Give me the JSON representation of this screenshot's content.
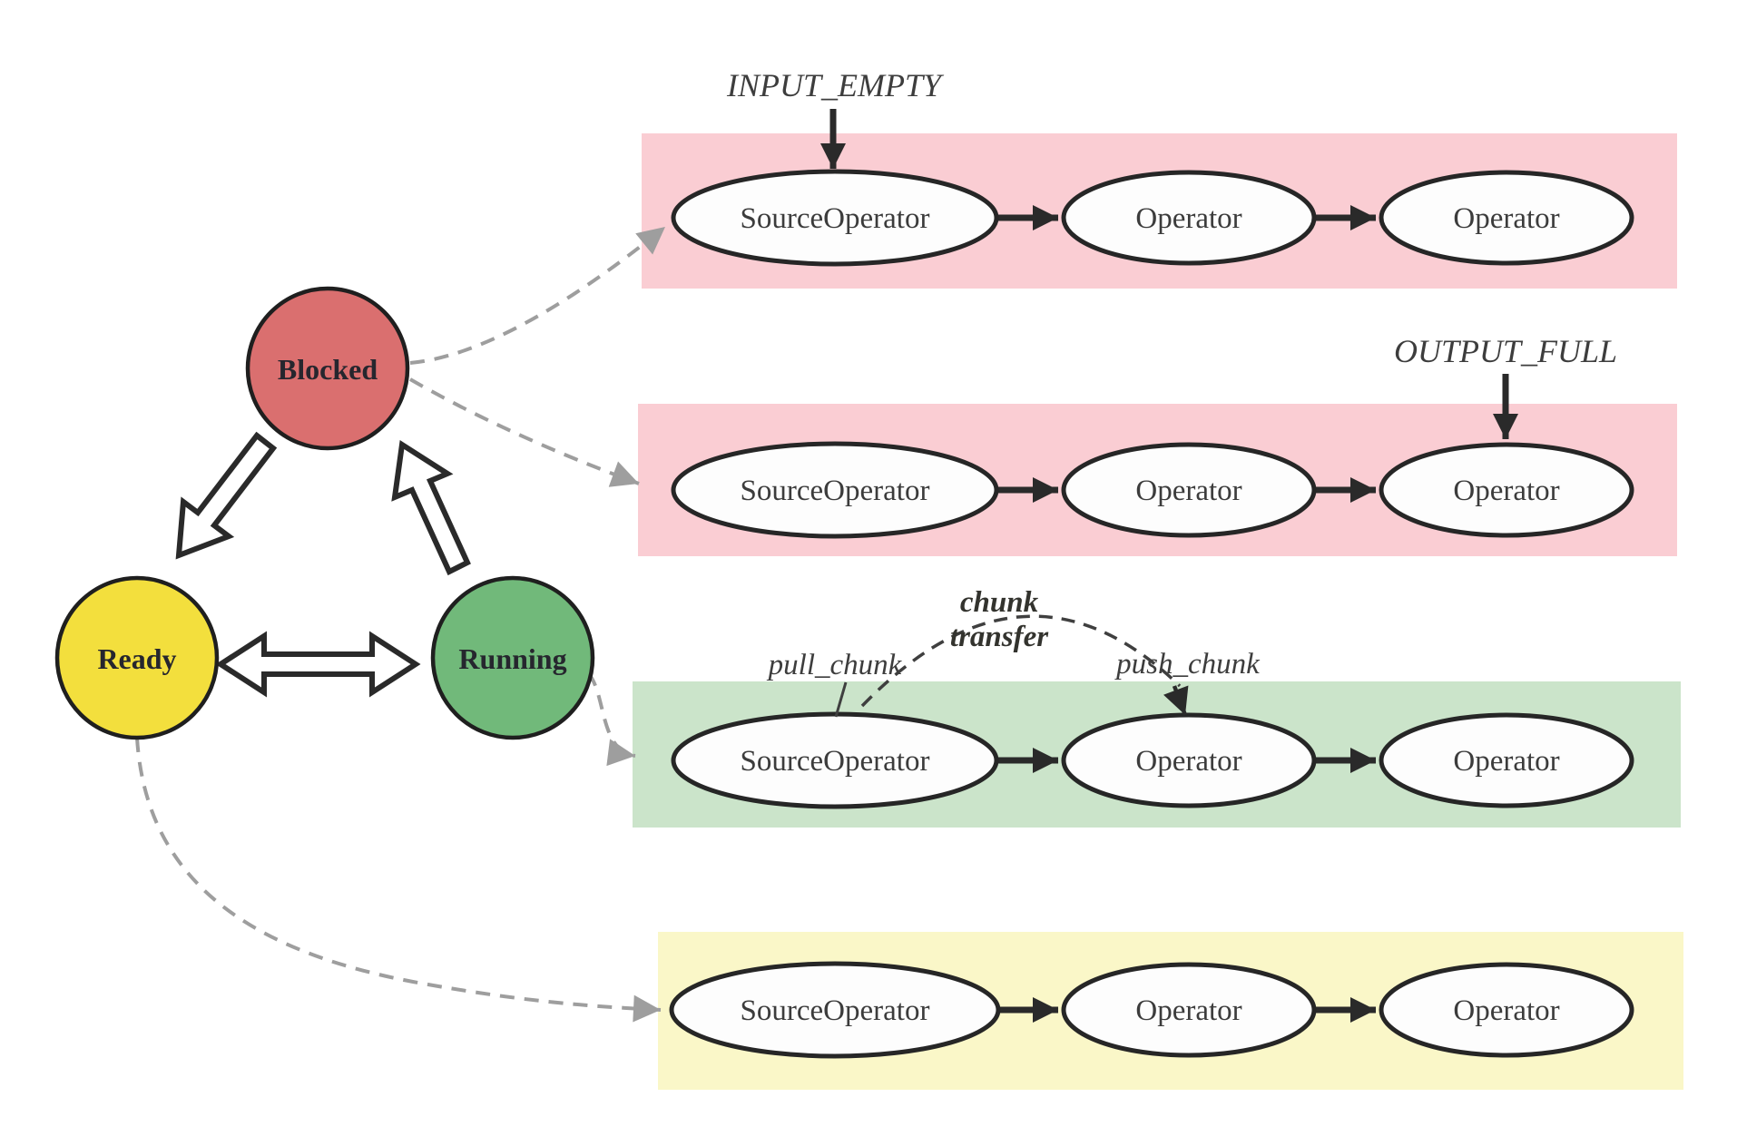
{
  "states": {
    "blocked": {
      "label": "Blocked",
      "color": "#da6f6f"
    },
    "ready": {
      "label": "Ready",
      "color": "#f3df3d"
    },
    "running": {
      "label": "Running",
      "color": "#71b97a"
    }
  },
  "annotations": {
    "input_empty": "INPUT_EMPTY",
    "output_full": "OUTPUT_FULL",
    "chunk_line1": "chunk",
    "chunk_line2": "transfer",
    "pull_chunk": "pull_chunk",
    "push_chunk": "push_chunk"
  },
  "pipelines": [
    {
      "state": "blocked-input-empty",
      "band": "#facdd3",
      "nodes": [
        "SourceOperator",
        "Operator",
        "Operator"
      ]
    },
    {
      "state": "blocked-output-full",
      "band": "#facdd3",
      "nodes": [
        "SourceOperator",
        "Operator",
        "Operator"
      ]
    },
    {
      "state": "running",
      "band": "#cbe4ca",
      "nodes": [
        "SourceOperator",
        "Operator",
        "Operator"
      ]
    },
    {
      "state": "ready",
      "band": "#faf7c8",
      "nodes": [
        "SourceOperator",
        "Operator",
        "Operator"
      ]
    }
  ],
  "colors": {
    "node_fill": "#fdfdfd",
    "node_stroke": "#262626",
    "connector_black": "#2a2a2a",
    "connector_gray": "#9e9e9e",
    "arc_dark": "#3f3f3f"
  }
}
